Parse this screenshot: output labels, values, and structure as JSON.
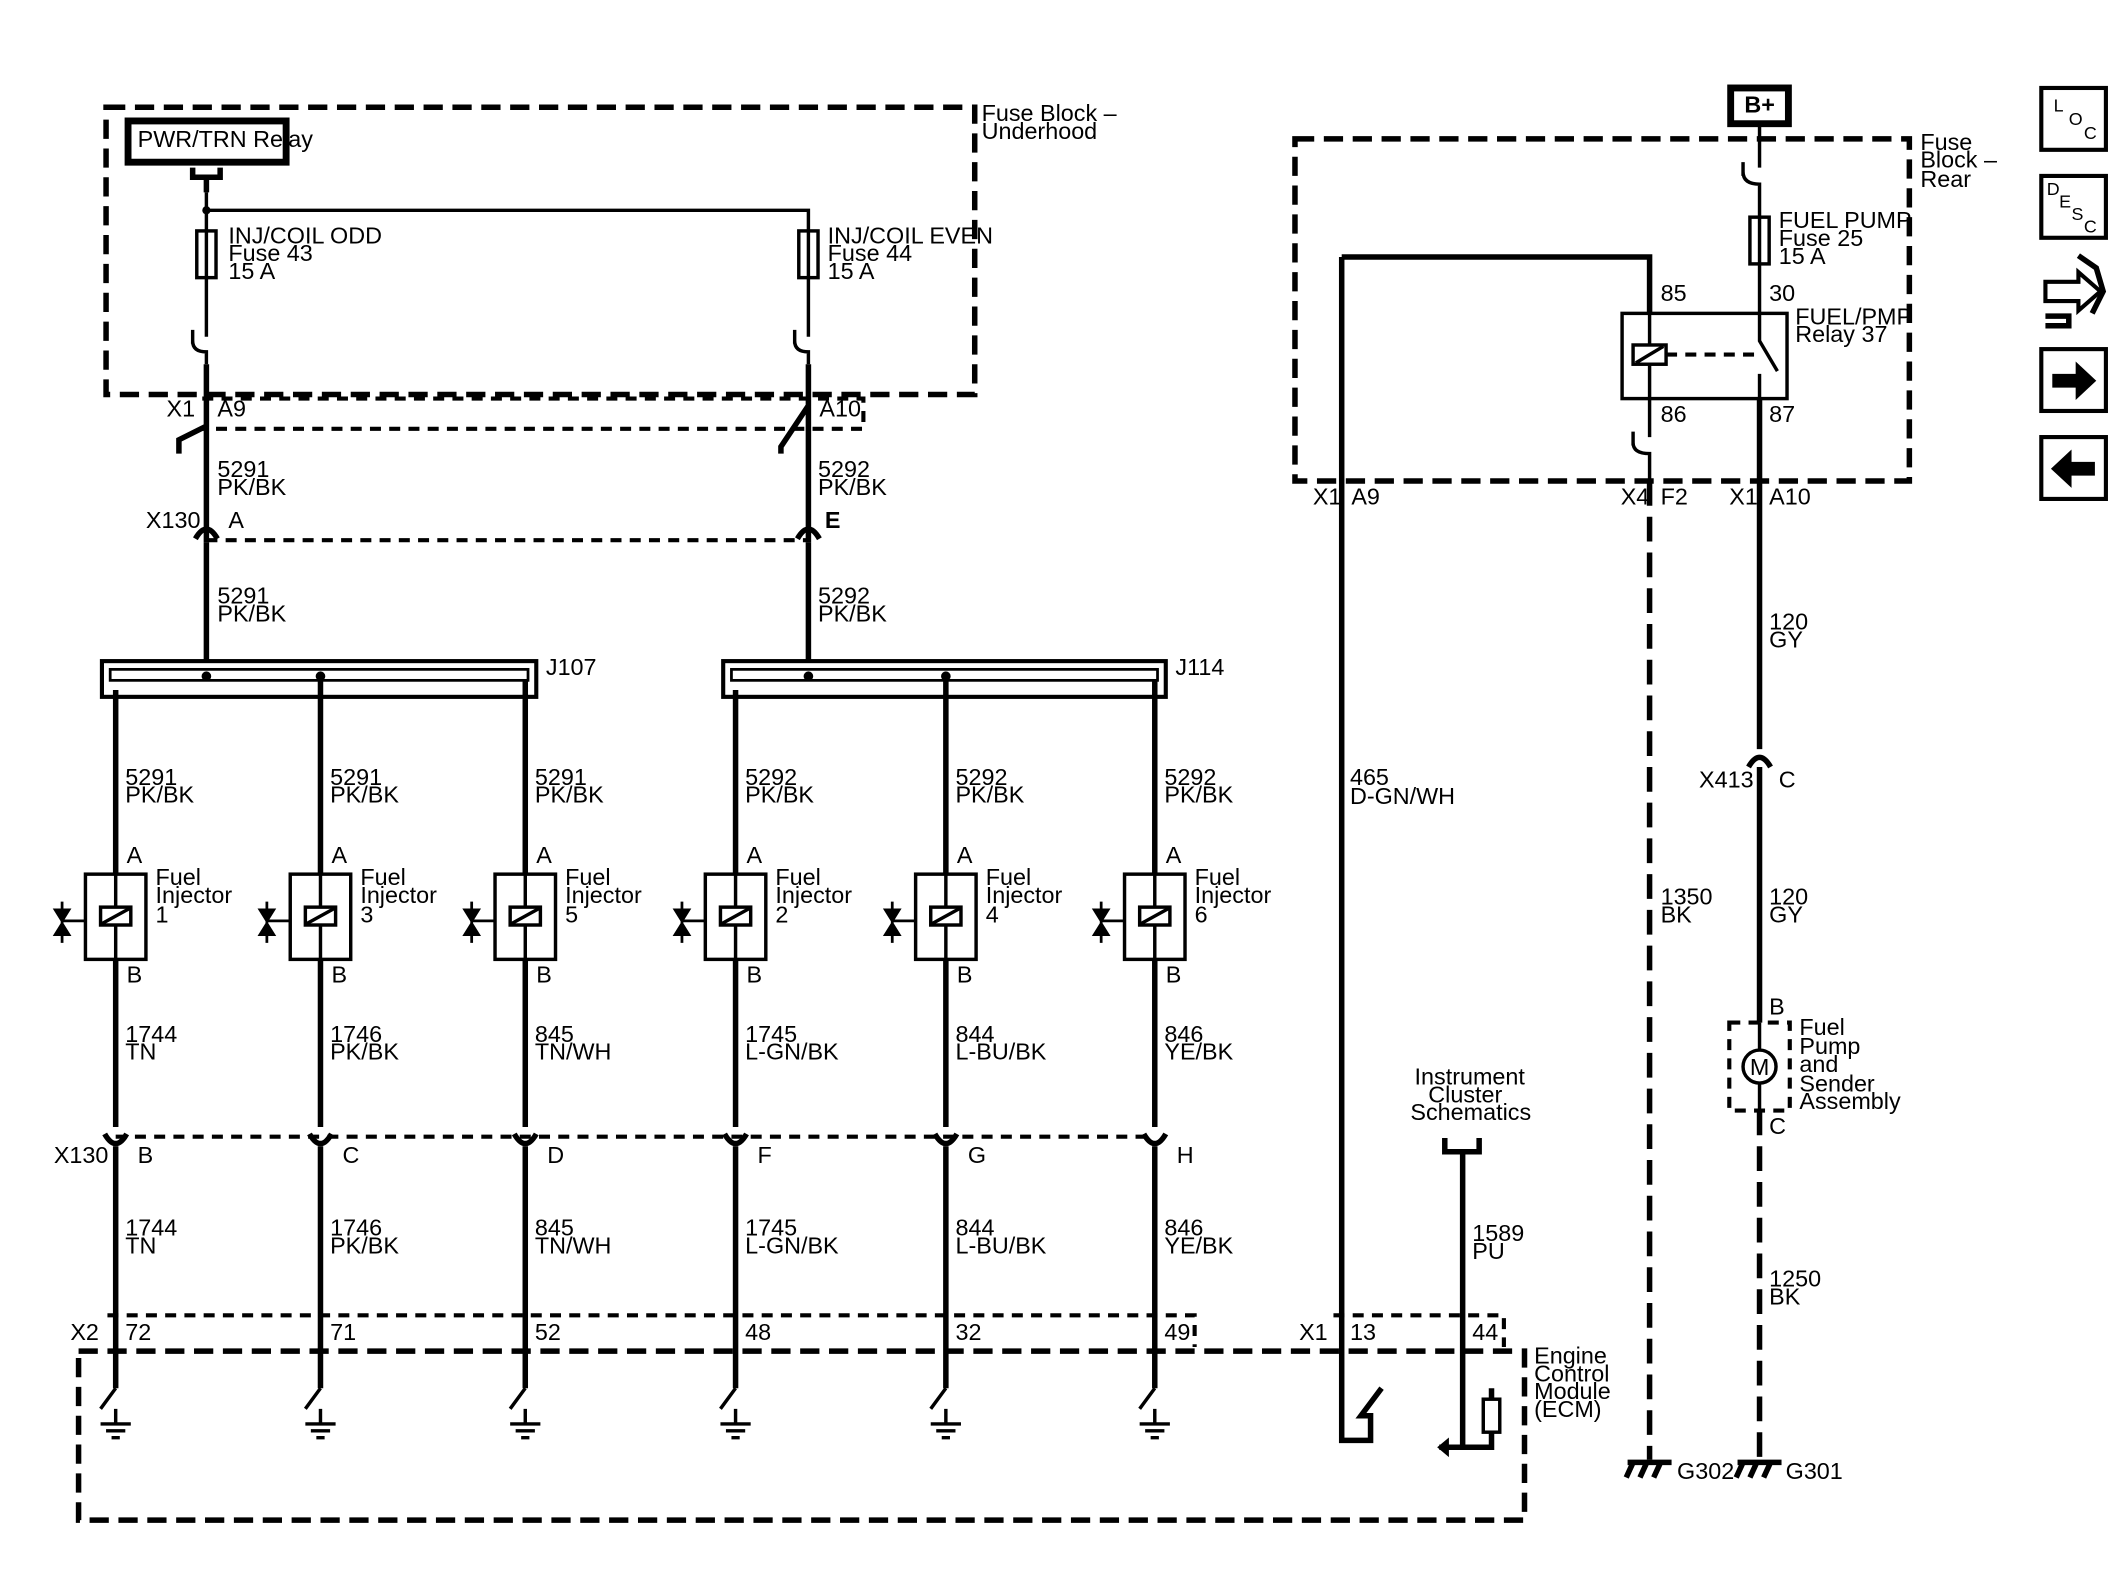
{
  "fuse_block_underhood": {
    "label_line1": "Fuse Block –",
    "label_line2": "Underhood",
    "relay_label": "PWR/TRN Relay",
    "fuse_odd": {
      "name": "INJ/COIL ODD",
      "fuse": "Fuse 43",
      "rating": "15 A"
    },
    "fuse_even": {
      "name": "INJ/COIL EVEN",
      "fuse": "Fuse 44",
      "rating": "15 A"
    },
    "conn_x1": "X1",
    "pin_a9": "A9",
    "pin_a10": "A10"
  },
  "x130": {
    "name": "X130",
    "pin_a": "A",
    "pin_e": "E",
    "pins_lower": [
      "B",
      "C",
      "D",
      "F",
      "G",
      "H"
    ]
  },
  "feed_wires": {
    "odd": {
      "circuit": "5291",
      "color": "PK/BK"
    },
    "even": {
      "circuit": "5292",
      "color": "PK/BK"
    }
  },
  "splices": {
    "odd": "J107",
    "even": "J114"
  },
  "injectors": [
    {
      "name_line1": "Fuel",
      "name_line2": "Injector",
      "num": "1",
      "pin_a": "A",
      "pin_b": "B",
      "feed_circuit": "5291",
      "feed_color": "PK/BK",
      "ctrl_circuit": "1744",
      "ctrl_color": "TN",
      "ecm_pin": "72"
    },
    {
      "name_line1": "Fuel",
      "name_line2": "Injector",
      "num": "3",
      "pin_a": "A",
      "pin_b": "B",
      "feed_circuit": "5291",
      "feed_color": "PK/BK",
      "ctrl_circuit": "1746",
      "ctrl_color": "PK/BK",
      "ecm_pin": "71"
    },
    {
      "name_line1": "Fuel",
      "name_line2": "Injector",
      "num": "5",
      "pin_a": "A",
      "pin_b": "B",
      "feed_circuit": "5291",
      "feed_color": "PK/BK",
      "ctrl_circuit": "845",
      "ctrl_color": "TN/WH",
      "ecm_pin": "52"
    },
    {
      "name_line1": "Fuel",
      "name_line2": "Injector",
      "num": "2",
      "pin_a": "A",
      "pin_b": "B",
      "feed_circuit": "5292",
      "feed_color": "PK/BK",
      "ctrl_circuit": "1745",
      "ctrl_color": "L-GN/BK",
      "ecm_pin": "48"
    },
    {
      "name_line1": "Fuel",
      "name_line2": "Injector",
      "num": "4",
      "pin_a": "A",
      "pin_b": "B",
      "feed_circuit": "5292",
      "feed_color": "PK/BK",
      "ctrl_circuit": "844",
      "ctrl_color": "L-BU/BK",
      "ecm_pin": "32"
    },
    {
      "name_line1": "Fuel",
      "name_line2": "Injector",
      "num": "6",
      "pin_a": "A",
      "pin_b": "B",
      "feed_circuit": "5292",
      "feed_color": "PK/BK",
      "ctrl_circuit": "846",
      "ctrl_color": "YE/BK",
      "ecm_pin": "49"
    }
  ],
  "ecm": {
    "line1": "Engine",
    "line2": "Control",
    "line3": "Module",
    "line4": "(ECM)",
    "conn_x2": "X2",
    "conn_x1": "X1",
    "pin_13": "13",
    "pin_44": "44"
  },
  "instrument_cluster": {
    "line1": "Instrument",
    "line2": "Cluster",
    "line3": "Schematics",
    "circuit": "1589",
    "color": "PU"
  },
  "fuse_block_rear": {
    "line1": "Fuse",
    "line2": "Block –",
    "line3": "Rear",
    "battery": "B+",
    "fuse": {
      "name": "FUEL PUMP",
      "fuse": "Fuse 25",
      "rating": "15 A"
    },
    "relay": {
      "name": "FUEL/PMP",
      "relay": "Relay 37",
      "pin85": "85",
      "pin86": "86",
      "pin30": "30",
      "pin87": "87"
    },
    "conn_x1": "X1",
    "pin_a9": "A9",
    "conn_x4": "X4",
    "pin_f2": "F2",
    "pin_a10": "A10"
  },
  "relay_ctrl_wire": {
    "circuit": "465",
    "color": "D-GN/WH"
  },
  "ground_wire_relay": {
    "circuit": "1350",
    "color": "BK"
  },
  "pump_feed_wire_1": {
    "circuit": "120",
    "color": "GY"
  },
  "pump_feed_wire_2": {
    "circuit": "120",
    "color": "GY"
  },
  "x413": {
    "name": "X413",
    "pin": "C"
  },
  "fuel_pump": {
    "line1": "Fuel",
    "line2": "Pump",
    "line3": "and",
    "line4": "Sender",
    "line5": "Assembly",
    "motor_symbol": "M",
    "pin_b": "B",
    "pin_c": "C"
  },
  "pump_ground_wire": {
    "circuit": "1250",
    "color": "BK"
  },
  "grounds": {
    "g302": "G302",
    "g301": "G301"
  },
  "nav": {
    "loc_icon": "location-view-icon",
    "desc_icon": "description-view-icon",
    "connector_icon": "connector-view-icon",
    "forward_icon": "next-page-arrow-icon",
    "back_icon": "previous-page-arrow-icon",
    "loc_letters": [
      "L",
      "O",
      "C"
    ],
    "desc_letters": [
      "D",
      "E",
      "S",
      "C"
    ]
  }
}
